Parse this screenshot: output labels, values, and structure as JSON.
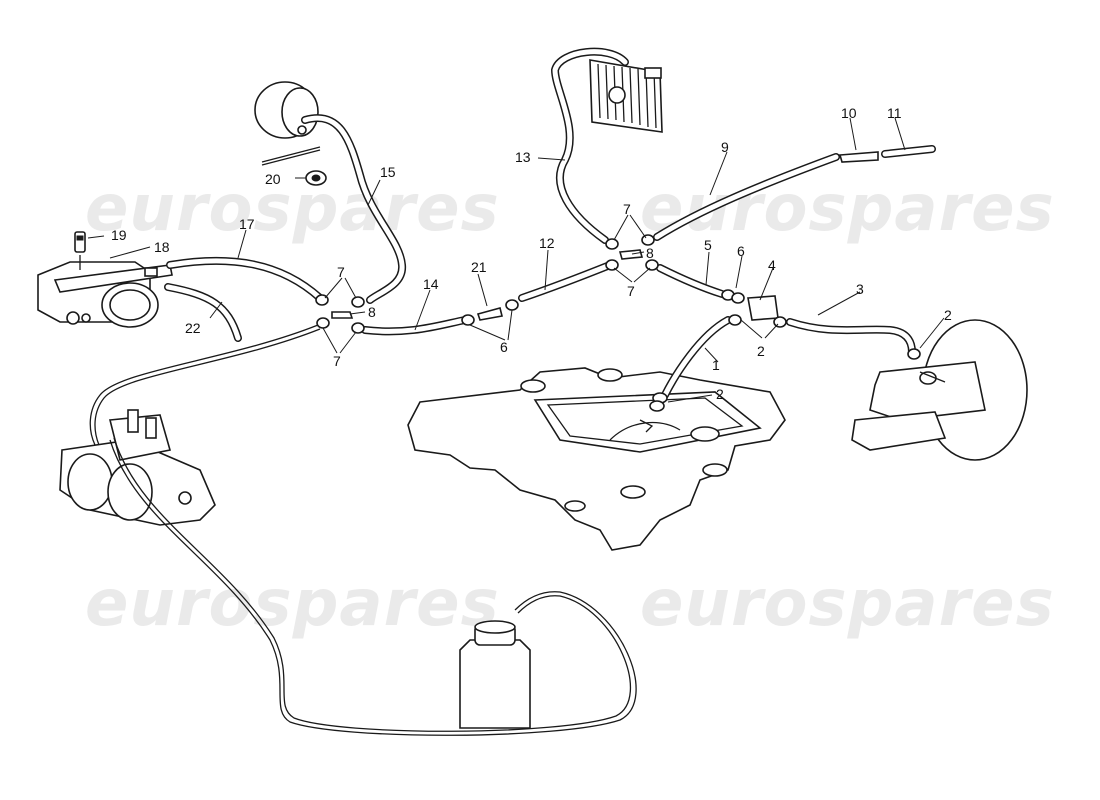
{
  "watermarks": [
    "eurospares",
    "eurospares",
    "eurospares",
    "eurospares"
  ],
  "callouts": {
    "c1": "1",
    "c2a": "2",
    "c2b": "2",
    "c2c": "2",
    "c3": "3",
    "c4": "4",
    "c5": "5",
    "c6a": "6",
    "c6b": "6",
    "c7a": "7",
    "c7b": "7",
    "c7c": "7",
    "c7d": "7",
    "c8a": "8",
    "c8b": "8",
    "c9": "9",
    "c10": "10",
    "c11": "11",
    "c12": "12",
    "c13": "13",
    "c14": "14",
    "c15": "15",
    "c17": "17",
    "c18": "18",
    "c19": "19",
    "c20": "20",
    "c21": "21",
    "c22": "22"
  }
}
